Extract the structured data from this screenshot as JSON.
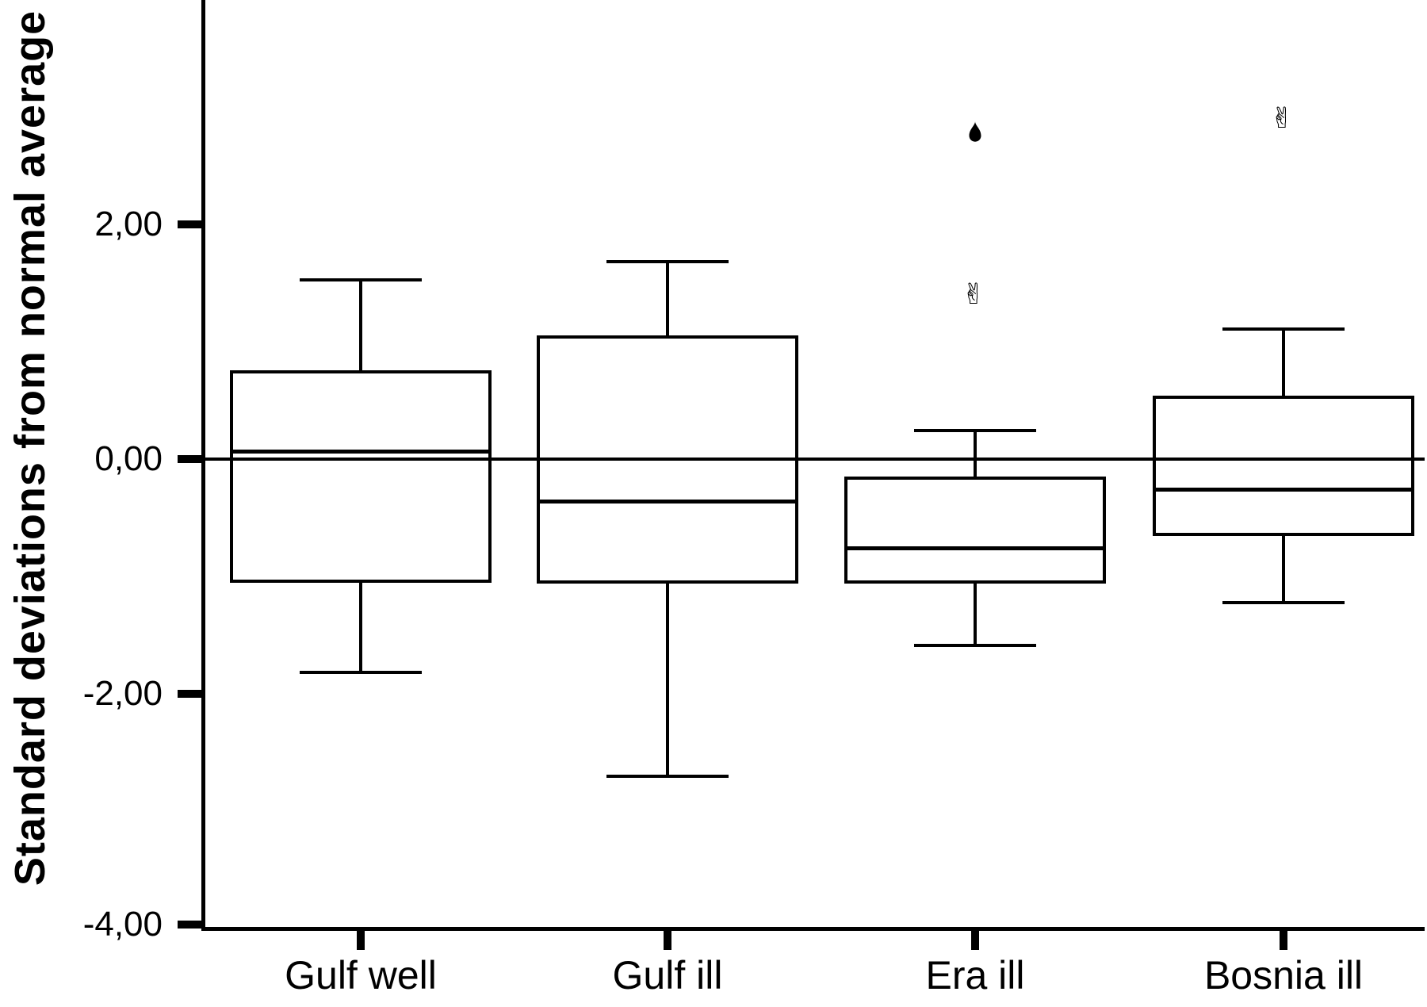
{
  "chart_data": {
    "type": "boxplot",
    "title": "",
    "ylabel": "Standard deviations from normal average",
    "xlabel": "",
    "categories": [
      "Gulf well",
      "Gulf ill",
      "Era ill",
      "Bosnia ill"
    ],
    "y_ticks": [
      {
        "value": 2,
        "label": "2,00"
      },
      {
        "value": 0,
        "label": "0,00"
      },
      {
        "value": -2,
        "label": "-2,00"
      },
      {
        "value": -4,
        "label": "-4,00"
      }
    ],
    "ylim": [
      -4.0,
      3.9
    ],
    "reference_line": 0,
    "grid": false,
    "decimal_style": "comma",
    "legend": "none",
    "series": [
      {
        "category": "Gulf well",
        "whisker_low": -1.82,
        "q1": -1.04,
        "median": 0.07,
        "q3": 0.74,
        "whisker_high": 1.53,
        "outliers": []
      },
      {
        "category": "Gulf ill",
        "whisker_low": -2.7,
        "q1": -1.05,
        "median": -0.36,
        "q3": 1.04,
        "whisker_high": 1.68,
        "outliers": []
      },
      {
        "category": "Era ill",
        "whisker_low": -1.59,
        "q1": -1.05,
        "median": -0.76,
        "q3": -0.16,
        "whisker_high": 0.24,
        "outliers": [
          {
            "value": 2.78,
            "symbol": "drop-marker"
          },
          {
            "value": 1.4,
            "symbol": "hand-marker"
          }
        ]
      },
      {
        "category": "Bosnia ill",
        "whisker_low": -1.22,
        "q1": -0.64,
        "median": -0.26,
        "q3": 0.53,
        "whisker_high": 1.11,
        "outliers": [
          {
            "value": 2.9,
            "symbol": "hand-marker"
          }
        ]
      }
    ],
    "colors": {
      "line": "#000000",
      "background": "#ffffff"
    }
  }
}
